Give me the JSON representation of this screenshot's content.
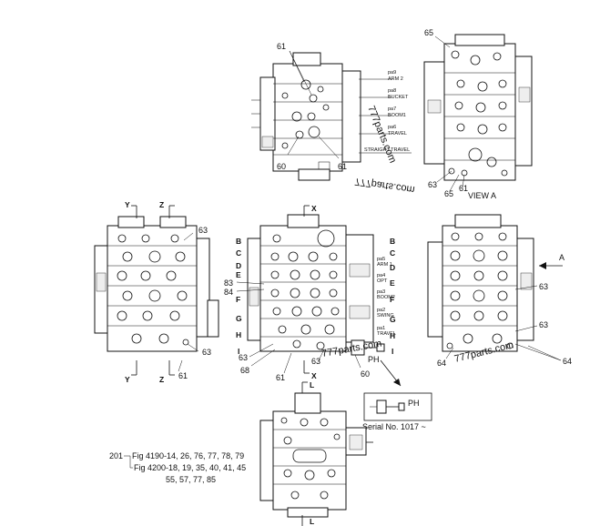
{
  "top_left_view": {
    "callouts": [
      "61",
      "60",
      "61"
    ],
    "port_labels": [
      {
        "code": "pa9",
        "name": "ARM 2"
      },
      {
        "code": "pa8",
        "name": "BUCKET"
      },
      {
        "code": "pa7",
        "name": "BOOM1"
      },
      {
        "code": "pa6",
        "name": "TRAVEL"
      }
    ],
    "straight_travel": "STRAIGHT TRAVEL",
    "watermark": "777parts.com"
  },
  "view_a": {
    "callouts": [
      "65",
      "63",
      "61",
      "65"
    ],
    "caption": "VIEW  A"
  },
  "watermark_middle": "777parts.com",
  "left_view": {
    "section_y": "Y",
    "section_z": "Z",
    "callouts": [
      "63",
      "63",
      "61"
    ]
  },
  "center_view": {
    "section_x": "X",
    "section_letters": [
      "B",
      "C",
      "D",
      "E",
      "F",
      "G",
      "H",
      "I"
    ],
    "port_labels": [
      {
        "code": "pa5",
        "name": "ARM 1"
      },
      {
        "code": "pa4",
        "name": "OPT"
      },
      {
        "code": "pa3",
        "name": "BOOM2"
      },
      {
        "code": "pa2",
        "name": "SWING"
      },
      {
        "code": "pa1",
        "name": "TRAVEL"
      }
    ],
    "callouts_left": [
      "83",
      "84"
    ],
    "callouts_bottom": [
      "63",
      "68",
      "61",
      "63",
      "60"
    ],
    "ph_label": "PH",
    "watermark": "777parts.com"
  },
  "right_view": {
    "arrow_label": "A",
    "callouts": [
      "63",
      "63",
      "64",
      "64"
    ],
    "watermark": "777parts.com"
  },
  "inset": {
    "label": "PH",
    "serial": "Serial No. 1017 ~"
  },
  "bottom_view": {
    "section_l_top": "L",
    "section_l_bottom": "L"
  },
  "references": {
    "item": "201",
    "line1": "Fig 4190-14, 26, 76, 77, 78, 79",
    "line2": "Fig 4200-18, 19, 35, 40, 41, 45",
    "line3": "55, 57, 77, 85"
  }
}
